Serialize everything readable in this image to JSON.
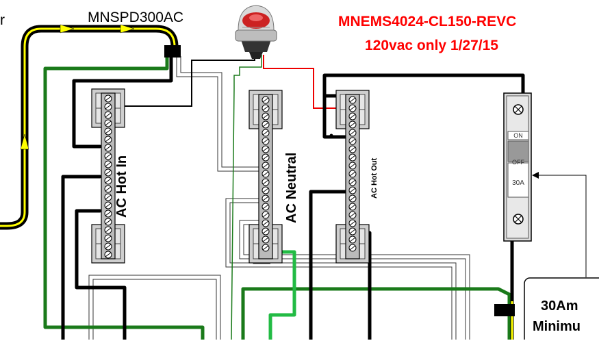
{
  "labels": {
    "surge_protector": "MNSPD300AC",
    "model_line1": "MNEMS4024-CL150-REVC",
    "model_line2": "120vac only 1/27/15",
    "corner_text": "r",
    "bus_hot_in": "AC Hot In",
    "bus_neutral": "AC Neutral",
    "bus_hot_out": "AC Hot Out",
    "breaker_on": "ON",
    "breaker_off": "OFF",
    "breaker_rating": "30A",
    "box_line1": "30Am",
    "box_line2": "Minimu"
  },
  "colors": {
    "wire_hot": "#000000",
    "wire_flow_arrow": "#ffff00",
    "wire_ground": "#1a7a1a",
    "wire_ground_light": "#22bb44",
    "wire_red": "#ee0000",
    "title_red": "#ff0000",
    "busbar": "#bbbbbb"
  },
  "icons": {
    "surge_protector": "surge-protector-icon",
    "breaker": "circuit-breaker-icon"
  }
}
